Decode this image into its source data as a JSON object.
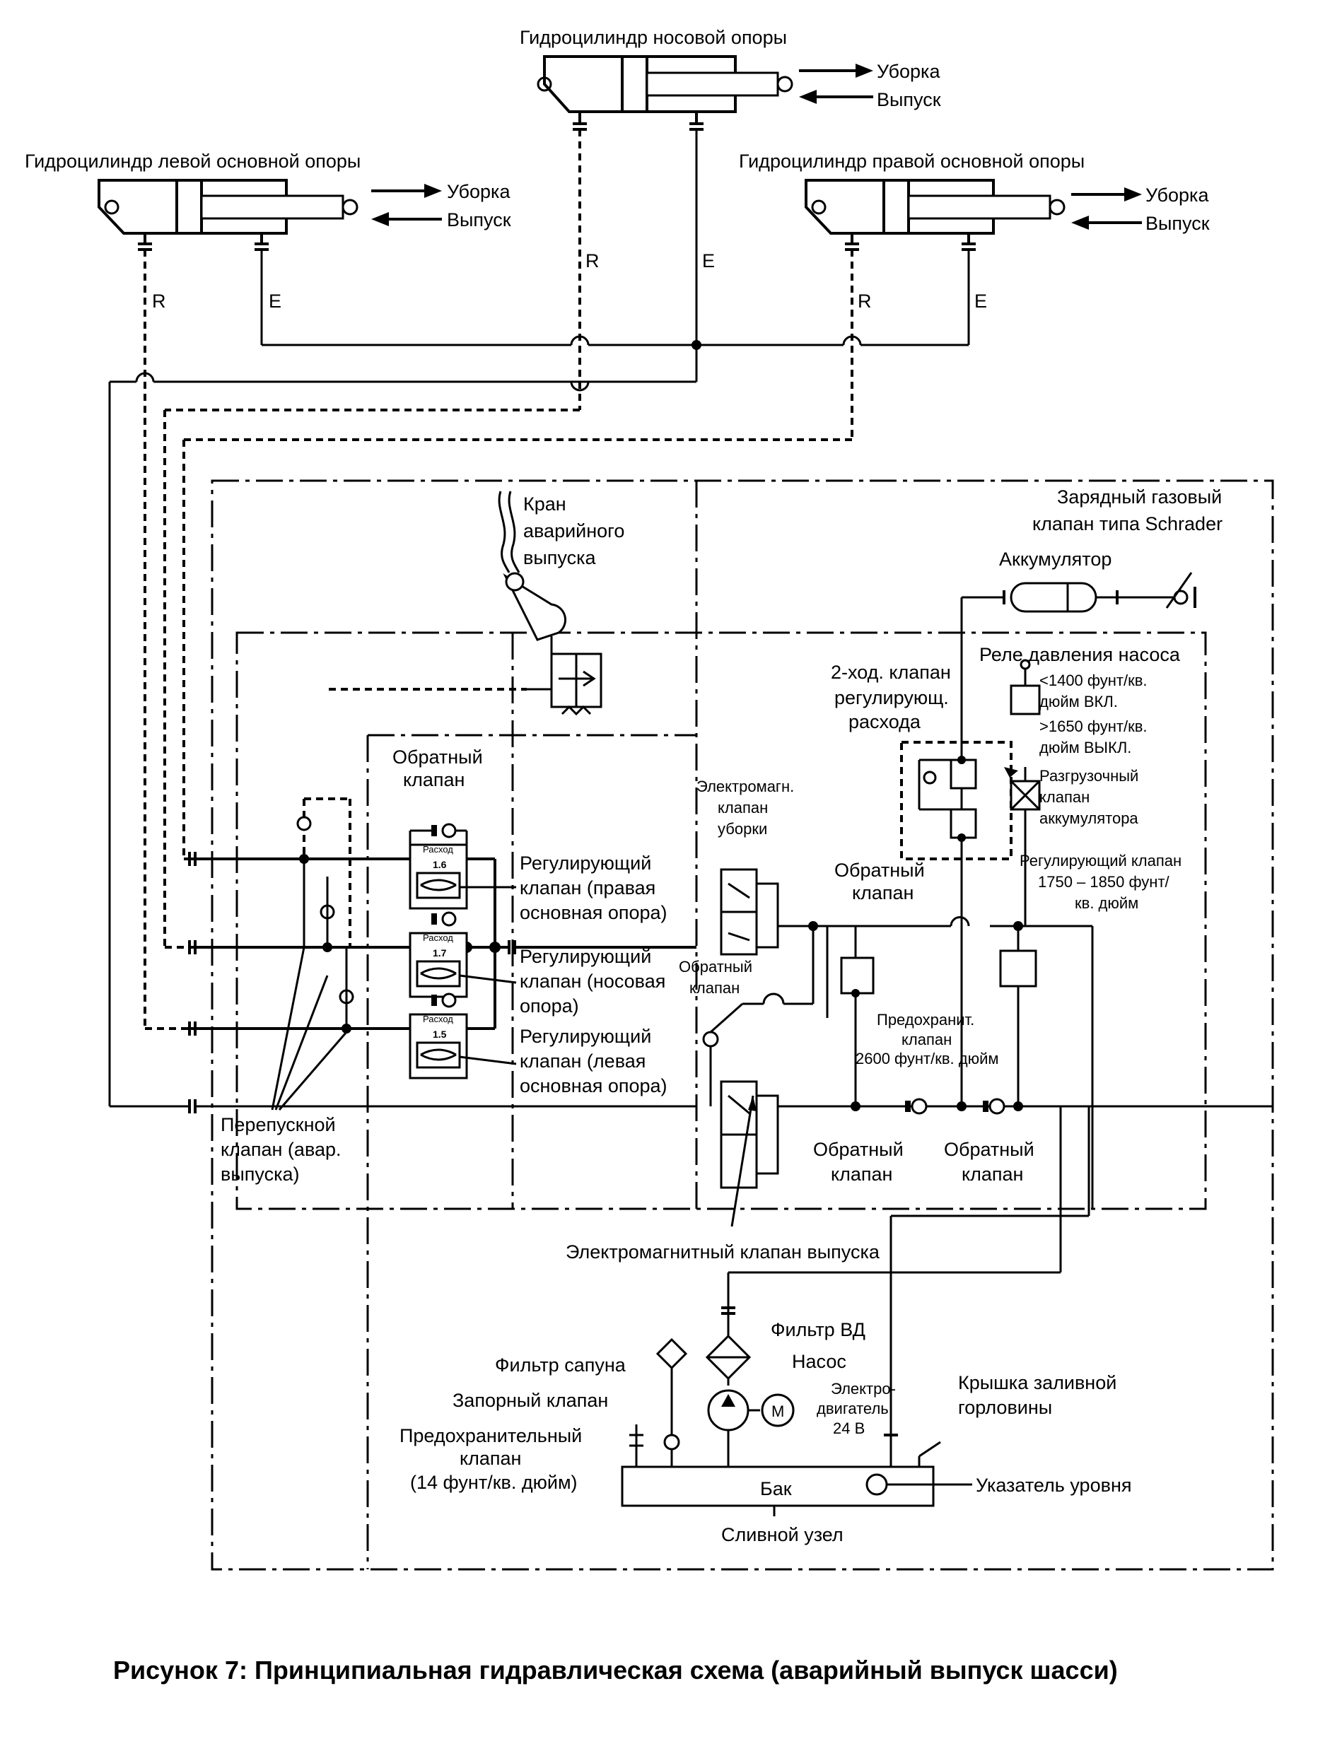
{
  "labels": {
    "nose_cyl": "Гидроцилиндр носовой опоры",
    "left_cyl": "Гидроцилиндр левой основной опоры",
    "right_cyl": "Гидроцилиндр правой основной опоры",
    "retract": "Уборка",
    "extend": "Выпуск",
    "port_r": "R",
    "port_e": "E",
    "emerg_valve": [
      "Кран",
      "аварийного",
      "выпуска"
    ],
    "gas_valve": [
      "Зарядный газовый",
      "клапан типа Schrader"
    ],
    "accumulator": "Аккумулятор",
    "pressure_switch": [
      "Реле давления насоса",
      "<1400 фунт/кв.",
      "дюйм ВКЛ.",
      ">1650 фунт/кв.",
      "дюйм ВЫКЛ."
    ],
    "flow_valve": [
      "2-ход. клапан",
      "регулирующ.",
      "расхода"
    ],
    "unload_valve": [
      "Разгрузочный",
      "клапан",
      "аккумулятора"
    ],
    "check_valve_top": [
      "Обратный",
      "клапан"
    ],
    "solenoid_retract": [
      "Электромагн.",
      "клапан",
      "уборки"
    ],
    "check_valve_mid": [
      "Обратный",
      "клапан"
    ],
    "regulating_valve": [
      "Регулирующий клапан",
      "1750 – 1850 фунт/",
      "кв. дюйм"
    ],
    "check_valve_small": [
      "Обратный",
      "клапан"
    ],
    "relief_valve": [
      "Предохранит.",
      "клапан",
      "2600 фунт/кв. дюйм"
    ],
    "reg_right": [
      "Регулирующий",
      "клапан (правая",
      "основная опора)"
    ],
    "reg_nose": [
      "Регулирующий",
      "клапан (носовая",
      "опора)"
    ],
    "reg_left": [
      "Регулирующий",
      "клапан (левая",
      "основная опора)"
    ],
    "flow_labels": [
      "Расход",
      "1.6",
      "Расход",
      "1.7",
      "Расход",
      "1.5"
    ],
    "bypass_valve": [
      "Перепускной",
      "клапан (авар.",
      "выпуска)"
    ],
    "check_bottom_1": [
      "Обратный",
      "клапан"
    ],
    "check_bottom_2": [
      "Обратный",
      "клапан"
    ],
    "solenoid_extend": "Электромагнитный клапан выпуска",
    "hp_filter": "Фильтр ВД",
    "pump": "Насос",
    "motor": [
      "Электро-",
      "двигатель",
      "24 В"
    ],
    "motor_symbol": "M",
    "breather_filter": "Фильтр сапуна",
    "shutoff_valve": "Запорный клапан",
    "safety_valve": [
      "Предохранительный",
      "клапан",
      "(14 фунт/кв. дюйм)"
    ],
    "filler_cap": [
      "Крышка заливной",
      "горловины"
    ],
    "tank": "Бак",
    "level_indicator": "Указатель уровня",
    "drain": "Сливной узел"
  },
  "caption": "Рисунок 7: Принципиальная гидравлическая схема (аварийный выпуск шасси)"
}
